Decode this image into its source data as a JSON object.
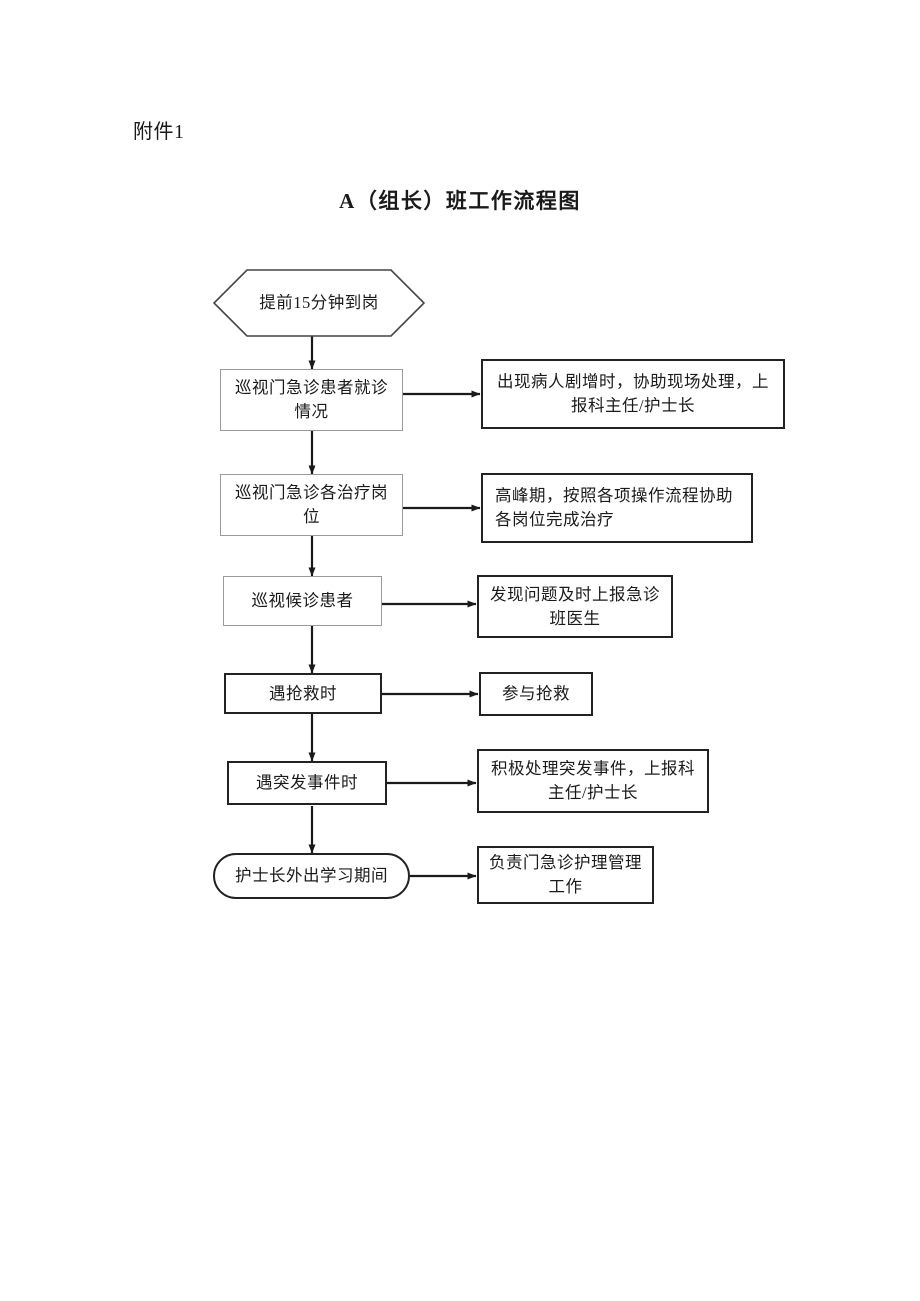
{
  "page": {
    "attachment_label": "附件1",
    "title": "A（组长）班工作流程图"
  },
  "flowchart": {
    "type": "vertical-process-flow",
    "start_node": {
      "shape": "hexagon",
      "text": "提前15分钟到岗"
    },
    "steps": [
      {
        "shape": "rectangle",
        "border": "light",
        "text": "巡视门急诊患者就诊情况",
        "note": {
          "shape": "rectangle",
          "border": "dark",
          "align": "center",
          "text": "出现病人剧增时，协助现场处理，上报科主任/护士长"
        }
      },
      {
        "shape": "rectangle",
        "border": "light",
        "text": "巡视门急诊各治疗岗位",
        "note": {
          "shape": "rectangle",
          "border": "dark",
          "align": "left",
          "text": "高峰期，按照各项操作流程协助各岗位完成治疗"
        }
      },
      {
        "shape": "rectangle",
        "border": "light",
        "text": "巡视候诊患者",
        "note": {
          "shape": "rectangle",
          "border": "dark",
          "align": "center",
          "text": "发现问题及时上报急诊班医生"
        }
      },
      {
        "shape": "rectangle",
        "border": "dark",
        "text": "遇抢救时",
        "note": {
          "shape": "rectangle",
          "border": "dark",
          "align": "center",
          "text": "参与抢救"
        }
      },
      {
        "shape": "rectangle",
        "border": "dark",
        "text": "遇突发事件时",
        "note": {
          "shape": "rectangle",
          "border": "dark",
          "align": "center",
          "text": "积极处理突发事件，上报科主任/护士长"
        }
      },
      {
        "shape": "rounded",
        "border": "dark",
        "text": "护士长外出学习期间",
        "note": {
          "shape": "rectangle",
          "border": "dark",
          "align": "center",
          "text": "负责门急诊护理管理工作"
        }
      }
    ],
    "colors": {
      "page_background": "#ffffff",
      "text": "#1a1a1a",
      "border_light": "#9a9a9a",
      "border_dark": "#222222",
      "connector": "#1a1a1a"
    }
  }
}
